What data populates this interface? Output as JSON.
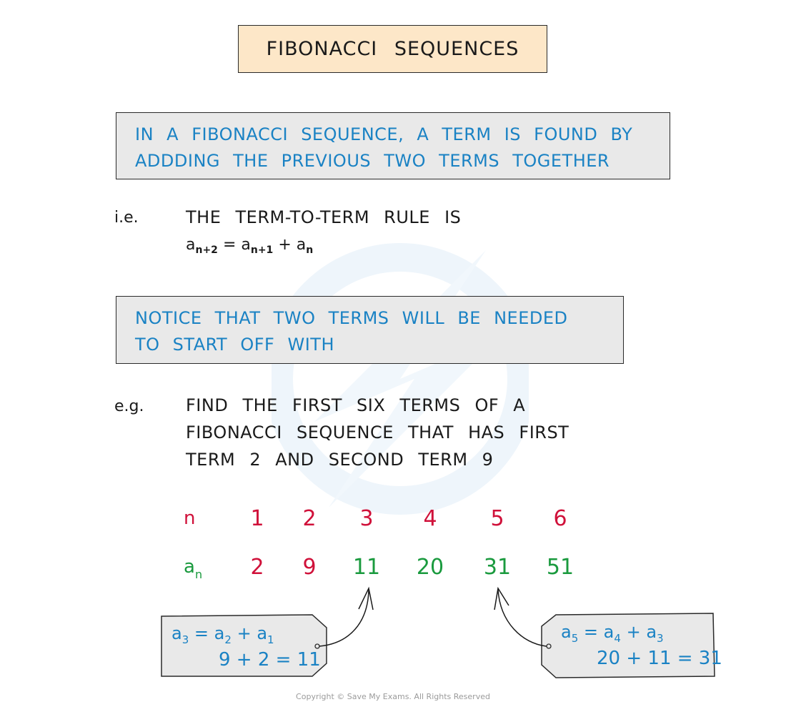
{
  "title": "FIBONACCI SEQUENCES",
  "definition_note": {
    "lines": [
      "IN A FIBONACCI SEQUENCE, A TERM IS FOUND BY",
      "ADDDING THE PREVIOUS TWO TERMS TOGETHER"
    ]
  },
  "rule": {
    "label": "i.e.",
    "text": "THE TERM-TO-TERM RULE IS",
    "formula": {
      "lhs": "a",
      "lhs_sub": "n+2",
      "equals": "=",
      "t1": "a",
      "t1_sub": "n+1",
      "plus": "+",
      "t2": "a",
      "t2_sub": "n"
    }
  },
  "notice_note": {
    "lines": [
      "NOTICE THAT TWO TERMS WILL BE NEEDED",
      "TO START OFF WITH"
    ]
  },
  "example": {
    "label": "e.g.",
    "lines": [
      "FIND THE FIRST SIX TERMS OF A",
      "FIBONACCI SEQUENCE THAT HAS FIRST",
      "TERM 2 AND SECOND TERM 9"
    ]
  },
  "sequence_table": {
    "n_label": "n",
    "a_label": "a",
    "a_label_sub": "n",
    "n_values": [
      "1",
      "2",
      "3",
      "4",
      "5",
      "6"
    ],
    "a_values": [
      "2",
      "9",
      "11",
      "20",
      "31",
      "51"
    ],
    "a_given_count": 2,
    "colors": {
      "given": "#d0113a",
      "computed": "#1a9a3e",
      "index": "#d0113a"
    }
  },
  "tags": [
    {
      "line1": {
        "a": "a",
        "a_sub": "3",
        "eq": "=",
        "b": "a",
        "b_sub": "2",
        "plus": "+",
        "c": "a",
        "c_sub": "1"
      },
      "line2": "9 + 2 = 11",
      "points_to": "11"
    },
    {
      "line1": {
        "a": "a",
        "a_sub": "5",
        "eq": "=",
        "b": "a",
        "b_sub": "4",
        "plus": "+",
        "c": "a",
        "c_sub": "3"
      },
      "line2": "20 + 11 = 31",
      "points_to": "31"
    }
  ],
  "copyright": "Copyright © Save My Exams. All Rights Reserved",
  "colors": {
    "title_bg": "#fde7c8",
    "note_bg": "#e9e9e9",
    "note_text": "#1a82c4"
  }
}
